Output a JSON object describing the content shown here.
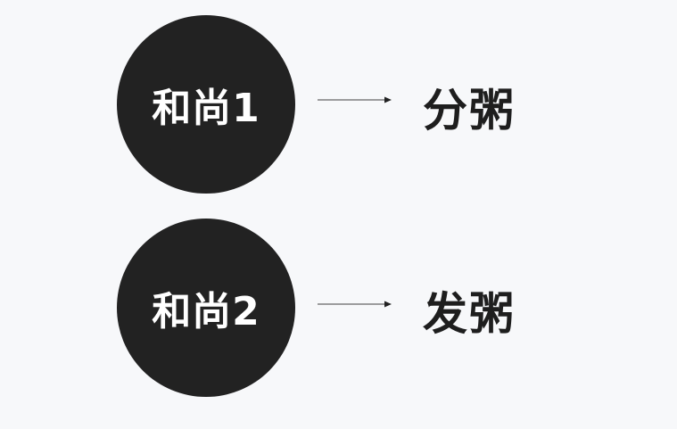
{
  "colors": {
    "circle": "#222222",
    "text_on_circle": "#ffffff",
    "arrow": "#555555",
    "target_text": "#1e1e1e"
  },
  "rows": [
    {
      "source": "和尚1",
      "target": "分粥"
    },
    {
      "source": "和尚2",
      "target": "发粥"
    }
  ]
}
